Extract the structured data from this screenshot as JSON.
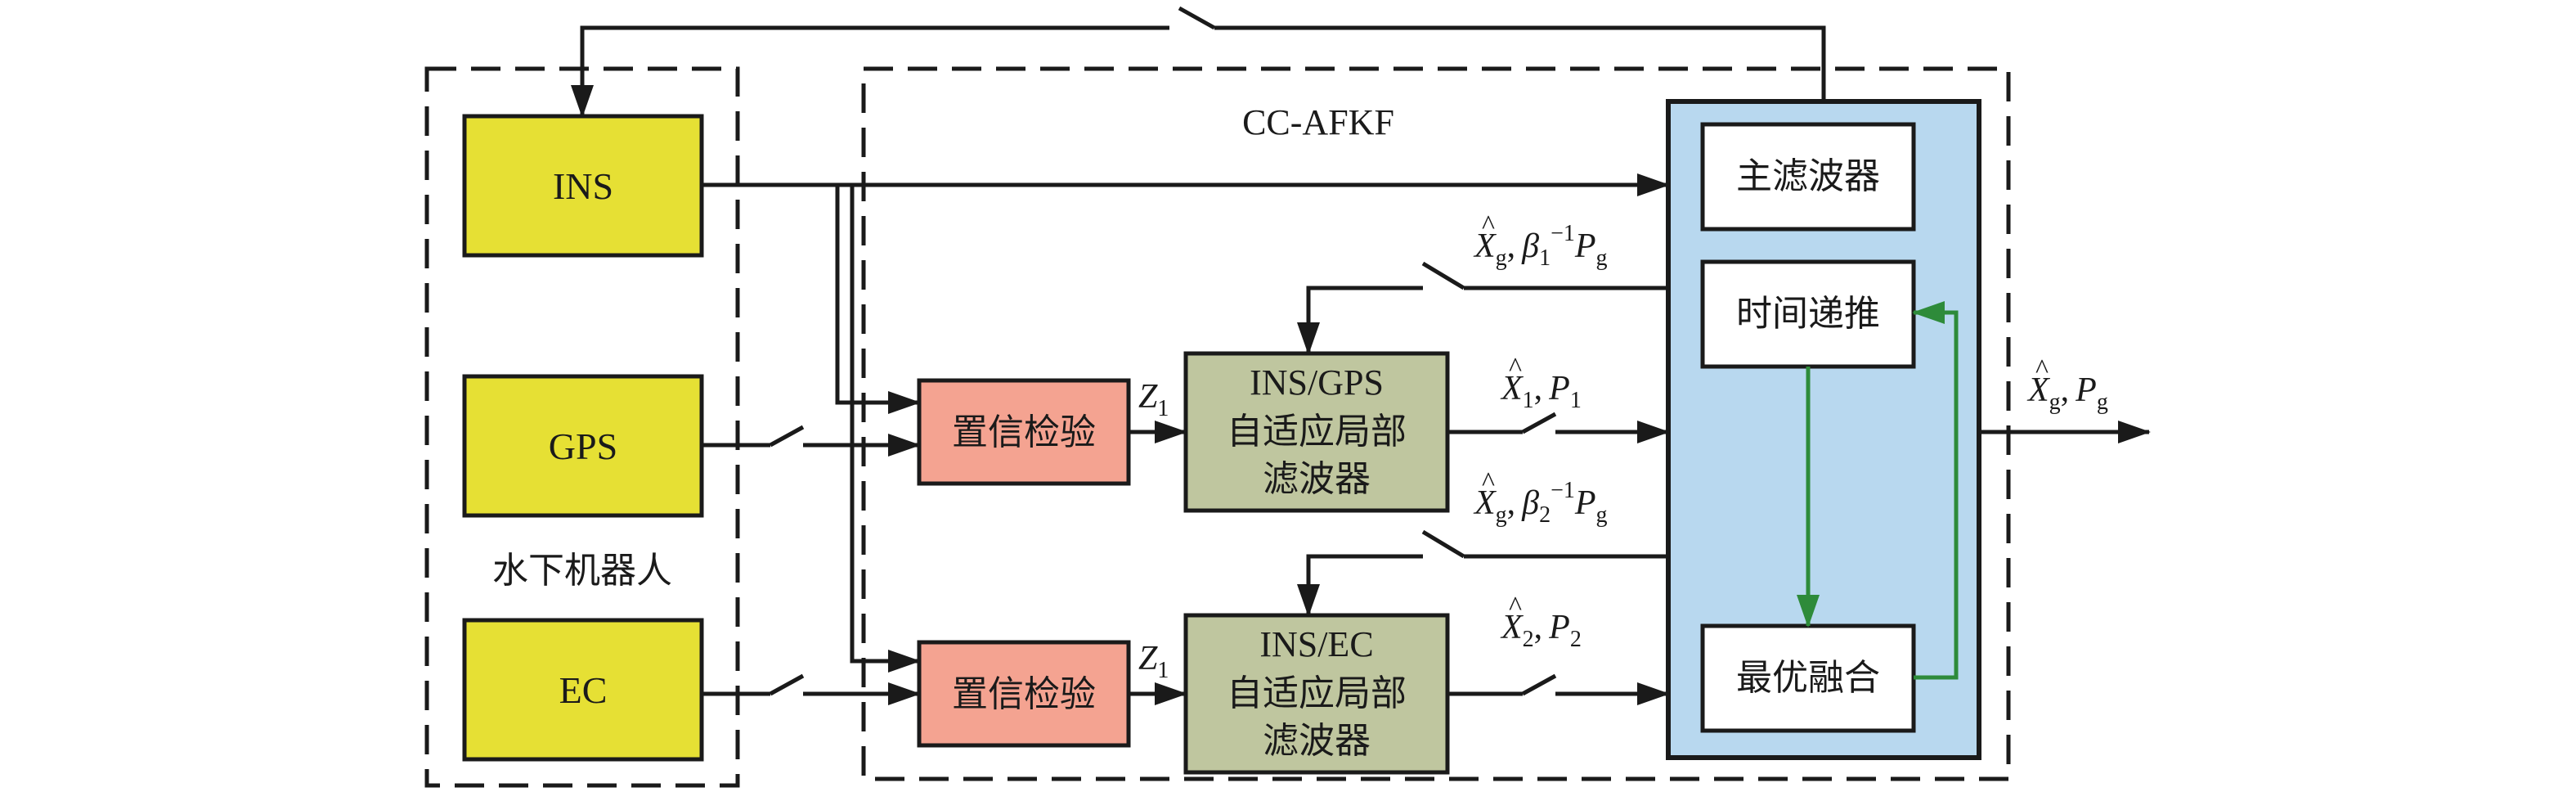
{
  "groups": {
    "robot_label": "水下机器人",
    "afkf_label": "CC-AFKF"
  },
  "sensors": {
    "ins": "INS",
    "gps": "GPS",
    "ec": "EC"
  },
  "confidence_check": {
    "top": "置信检验",
    "bottom": "置信检验"
  },
  "local_filters": {
    "gps_line1": "INS/GPS",
    "gps_line2": "自适应局部",
    "gps_line3": "滤波器",
    "ec_line1": "INS/EC",
    "ec_line2": "自适应局部",
    "ec_line3": "滤波器"
  },
  "master": {
    "main_filter": "主滤波器",
    "time_update": "时间递推",
    "optimal_fusion": "最优融合"
  },
  "signals": {
    "z_main": "Z",
    "z_sub": "1",
    "x_hat": "X",
    "hat": "^",
    "sub_g": "g",
    "sub_1": "1",
    "sub_2": "2",
    "p": "P",
    "beta": "β",
    "comma": ",",
    "inv_exp": "−1"
  },
  "colors": {
    "sensor_fill": "#e6e034",
    "check_fill": "#f4a391",
    "filter_fill": "#bfc69f",
    "master_fill": "#b8d8ef",
    "fusion_arrow": "#2e8b3a"
  }
}
